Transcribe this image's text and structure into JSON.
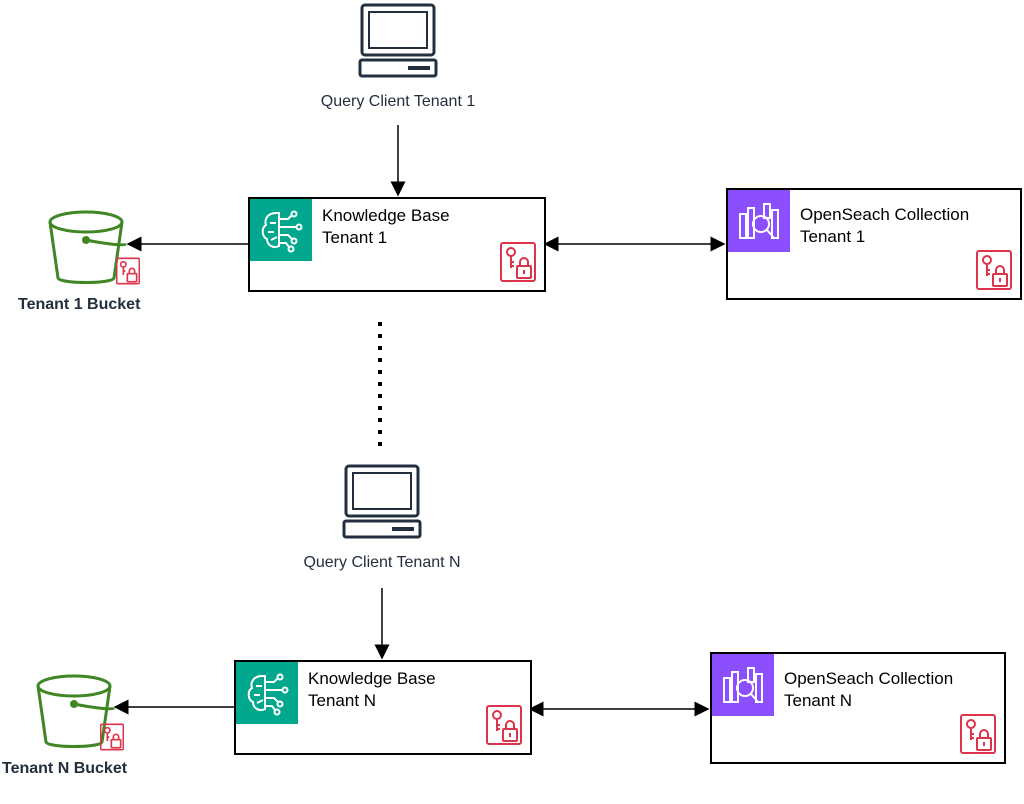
{
  "tenant1": {
    "client_label": "Query Client Tenant 1",
    "kb_label": "Knowledge Base\nTenant 1",
    "os_label": "OpenSeach Collection\nTenant 1",
    "bucket_label": "Tenant 1 Bucket"
  },
  "tenantN": {
    "client_label": "Query Client Tenant N",
    "kb_label": "Knowledge Base\nTenant N",
    "os_label": "OpenSeach Collection\nTenant N",
    "bucket_label": "Tenant N Bucket"
  },
  "colors": {
    "bedrock": "#01a88d",
    "opensearch": "#8c4fff",
    "s3": "#3f8624",
    "kms": "#dd344c",
    "client": "#232f3e"
  },
  "icons": [
    "desktop-icon",
    "bedrock-brain-icon",
    "opensearch-icon",
    "s3-bucket-icon",
    "kms-key-lock-icon"
  ]
}
